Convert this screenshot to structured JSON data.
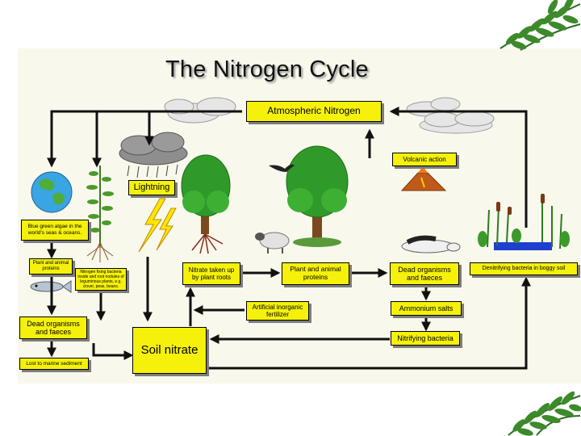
{
  "diagram": {
    "title": "The Nitrogen Cycle",
    "nodes": {
      "atmospheric_nitrogen": "Atmospheric Nitrogen",
      "volcanic_action": "Volcanic action",
      "lightning": "Lightning",
      "blue_green_algae": "Blue green algae in the world's seas & oceans.",
      "plant_animal_proteins_small": "Plant and animal proteins",
      "nitrogen_fixing_bacteria": "Nitrogen fixing bacteria inside and root nodules of leguminous plants, e.g. clover, peas, beans.",
      "dead_organisms_left": "Dead organisms and faeces",
      "lost_to_marine_sediment": "Lost to marine sediment",
      "nitrate_taken_up": "Nitrate taken up by plant roots",
      "plant_animal_proteins": "Plant and animal proteins",
      "dead_organisms_right": "Dead organisms and faeces",
      "denitrifying_bacteria": "Denitrifying bacteria in boggy soil",
      "artificial_fertilizer": "Artificial inorganic fertilizer",
      "ammonium_salts": "Ammonium salts",
      "nitrifying_bacteria": "Nitrifying bacteria",
      "soil_nitrate": "Soil nitrate"
    },
    "colors": {
      "box_fill": "#f5f10a",
      "arrow": "#111111",
      "panel": "#f8f8ec",
      "fern": "#2f7a22"
    },
    "icons": [
      "cloud-icon",
      "storm-cloud-icon",
      "lightning-bolt-icon",
      "globe-icon",
      "legume-plant-icon",
      "fish-icon",
      "tree-icon",
      "bird-icon",
      "sheep-icon",
      "dead-animal-icon",
      "volcano-icon",
      "bog-reeds-icon",
      "fern-decoration-icon"
    ]
  }
}
